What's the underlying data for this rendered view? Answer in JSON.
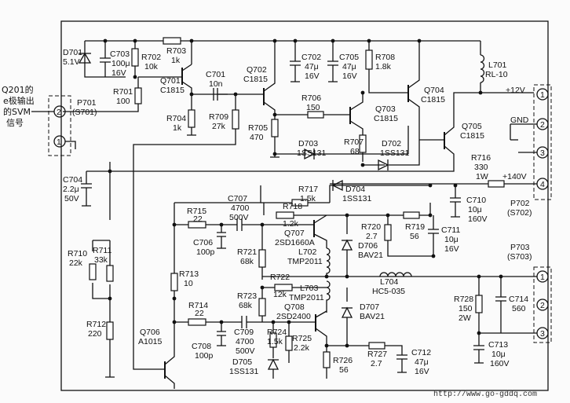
{
  "input_block": {
    "title_cn": [
      "Q201的",
      "e极输出",
      "的SVM",
      "信号"
    ],
    "connector": [
      "P701",
      "(S701)"
    ],
    "pin2": "2",
    "pin1": "1"
  },
  "power": {
    "plus12v": "+12V",
    "gnd": "GND",
    "plus140v": "+140V"
  },
  "connectors": {
    "p702": [
      "P702",
      "(S702)"
    ],
    "p702_pins": [
      "1",
      "2",
      "3",
      "4"
    ],
    "p703": [
      "P703",
      "(S703)"
    ],
    "p703_pins": [
      "1",
      "2",
      "3"
    ]
  },
  "components": {
    "d701": [
      "D701",
      "5.1V"
    ],
    "c703": [
      "C703",
      "100μ",
      "16V"
    ],
    "r702": [
      "R702",
      "10k"
    ],
    "r703": [
      "R703",
      "1k"
    ],
    "r701": [
      "R701",
      "100"
    ],
    "q701": [
      "Q701",
      "C1815"
    ],
    "c701": [
      "C701",
      "10n"
    ],
    "r704": [
      "R704",
      "1k"
    ],
    "r709": [
      "R709",
      "27k"
    ],
    "q702": [
      "Q702",
      "C1815"
    ],
    "c702": [
      "C702",
      "47μ",
      "16V"
    ],
    "c705": [
      "C705",
      "47μ",
      "16V"
    ],
    "r708": [
      "R708",
      "1.8k"
    ],
    "q704": [
      "Q704",
      "C1815"
    ],
    "l701": [
      "L701",
      "RL-10"
    ],
    "r706": [
      "R706",
      "150"
    ],
    "q703": [
      "Q703",
      "C1815"
    ],
    "r705": [
      "R705",
      "470"
    ],
    "r707": [
      "R707",
      "68"
    ],
    "d703": [
      "D703",
      "1SS131"
    ],
    "d702": [
      "D702",
      "1SS131"
    ],
    "q705": [
      "Q705",
      "C1815"
    ],
    "r716": [
      "R716",
      "330",
      "1W"
    ],
    "c704": [
      "C704",
      "2.2μ",
      "50V"
    ],
    "c707": [
      "C707",
      "4700",
      "500V"
    ],
    "r717": [
      "R717",
      "1.5k"
    ],
    "d704": [
      "D704",
      "1SS131"
    ],
    "c710": [
      "C710",
      "10μ",
      "160V"
    ],
    "r715": [
      "R715",
      "22"
    ],
    "r718": [
      "R718",
      "1.2k"
    ],
    "r720": [
      "R720",
      "2.7"
    ],
    "r719": [
      "R719",
      "56"
    ],
    "c711": [
      "C711",
      "10μ",
      "16V"
    ],
    "q707": [
      "Q707",
      "2SD1660A"
    ],
    "c706": [
      "C706",
      "100p"
    ],
    "r721": [
      "R721",
      "68k"
    ],
    "l702": [
      "L702",
      "TMP2011"
    ],
    "d706": [
      "D706",
      "BAV21"
    ],
    "r710": [
      "R710",
      "22k"
    ],
    "r711": [
      "R711",
      "33k"
    ],
    "r713": [
      "R713",
      "10"
    ],
    "r722": [
      "R722",
      "12k"
    ],
    "l704": [
      "L704",
      "HC5-035"
    ],
    "l703": [
      "L703",
      "TMP2011"
    ],
    "r723": [
      "R723",
      "68k"
    ],
    "r714": [
      "R714",
      "22"
    ],
    "q708": [
      "Q708",
      "2SD2400"
    ],
    "d707": [
      "D707",
      "BAV21"
    ],
    "r728": [
      "R728",
      "150",
      "2W"
    ],
    "c714": [
      "C714",
      "560"
    ],
    "r712": [
      "R712",
      "220"
    ],
    "q706": [
      "Q706",
      "A1015"
    ],
    "c708": [
      "C708",
      "100p"
    ],
    "c709": [
      "C709",
      "4700",
      "500V"
    ],
    "r724": [
      "R724",
      "1.5k"
    ],
    "r725": [
      "R725",
      "2.2k"
    ],
    "r727": [
      "R727",
      "2.7"
    ],
    "c712": [
      "C712",
      "47μ",
      "16V"
    ],
    "d705": [
      "D705",
      "1SS131"
    ],
    "r726": [
      "R726",
      "56"
    ],
    "c713": [
      "C713",
      "10μ",
      "160V"
    ]
  },
  "watermark": "http://www.go-gddq.com"
}
